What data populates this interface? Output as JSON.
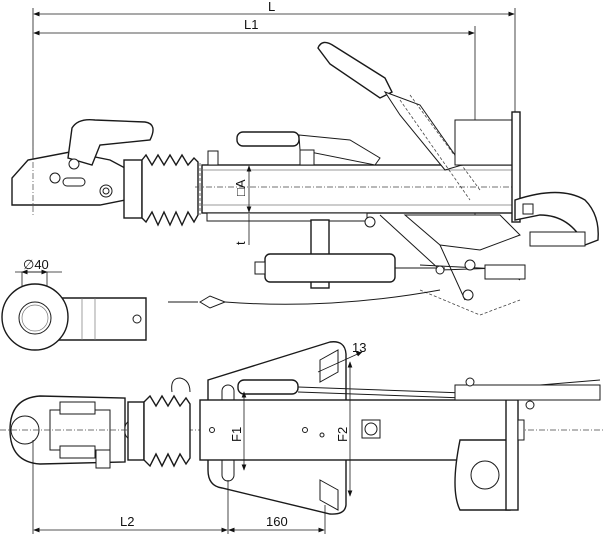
{
  "dimensions": {
    "overall_length": "L",
    "length_to_axle": "L1",
    "ball_eye_diameter": "∅40",
    "square_tube": "□A",
    "offset": "t",
    "slot_width": "13",
    "hole_distance_1": "F1",
    "hole_distance_2": "F2",
    "front_length": "L2",
    "hole_spacing": "160"
  }
}
